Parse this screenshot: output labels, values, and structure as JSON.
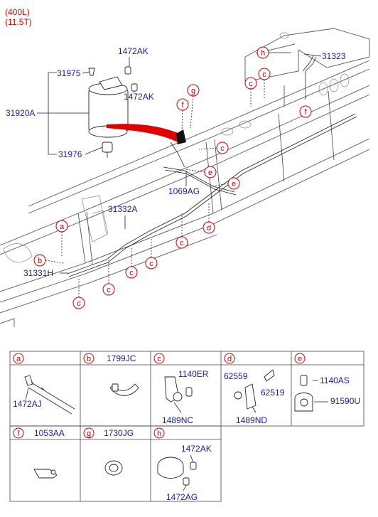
{
  "header": {
    "line1": "(400L)",
    "line2": "(11.5T)"
  },
  "labels": {
    "p31975": "31975",
    "p1472AK_top": "1472AK",
    "p1472AK_mid": "1472AK",
    "p31920A": "31920A",
    "p31976": "31976",
    "p31323": "31323",
    "p31332A": "31332A",
    "p1069AG": "1069AG",
    "p31331H": "31331H"
  },
  "callouts": {
    "a": "a",
    "b": "b",
    "c": "c",
    "d": "d",
    "e": "e",
    "f": "f",
    "g": "g",
    "h": "h"
  },
  "legend": {
    "a": {
      "letter": "a",
      "title": "",
      "parts": [
        "1472AJ"
      ]
    },
    "b": {
      "letter": "b",
      "title": "1799JC",
      "parts": []
    },
    "c": {
      "letter": "c",
      "title": "",
      "parts": [
        "1140ER",
        "1489NC"
      ]
    },
    "d": {
      "letter": "d",
      "title": "",
      "parts": [
        "62559",
        "62519",
        "1489ND"
      ]
    },
    "e": {
      "letter": "e",
      "title": "",
      "parts": [
        "1140AS",
        "91590U"
      ]
    },
    "f": {
      "letter": "f",
      "title": "1053AA",
      "parts": []
    },
    "g": {
      "letter": "g",
      "title": "1730JG",
      "parts": []
    },
    "h": {
      "letter": "h",
      "title": "",
      "parts": [
        "1472AK",
        "1472AG"
      ]
    }
  }
}
